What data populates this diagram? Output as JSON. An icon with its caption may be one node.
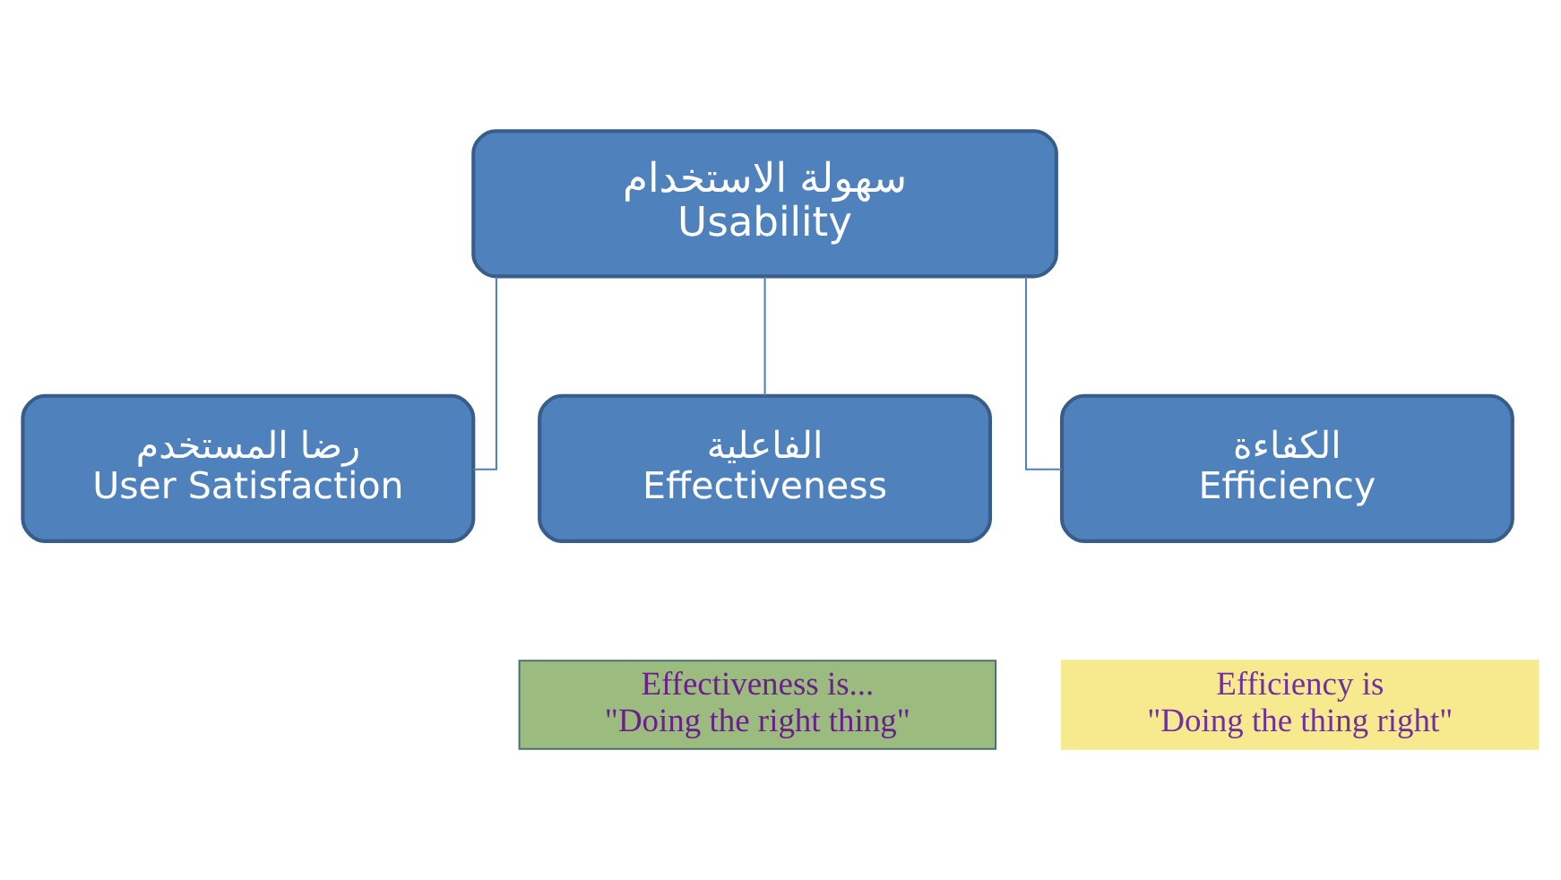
{
  "diagram": {
    "nodes": [
      {
        "text": [
          "سهولة الاستخدام",
          "Usability"
        ]
      },
      {
        "text": [
          "رضا المستخدم",
          "User Satisfaction"
        ]
      },
      {
        "text": [
          "الفاعلية",
          "Effectiveness"
        ]
      },
      {
        "text": [
          "الكفاءة",
          "Efficiency"
        ]
      },
      {
        "text": [
          "Effectiveness is... \"Doing the right thing\""
        ]
      },
      {
        "text": [
          "Efficiency is \"Doing the thing right\""
        ]
      }
    ],
    "edges": [
      {
        "from": 0,
        "to": 1,
        "arrow": "none"
      },
      {
        "from": 0,
        "to": 2,
        "arrow": "none"
      },
      {
        "from": 0,
        "to": 3,
        "arrow": "none"
      }
    ]
  }
}
